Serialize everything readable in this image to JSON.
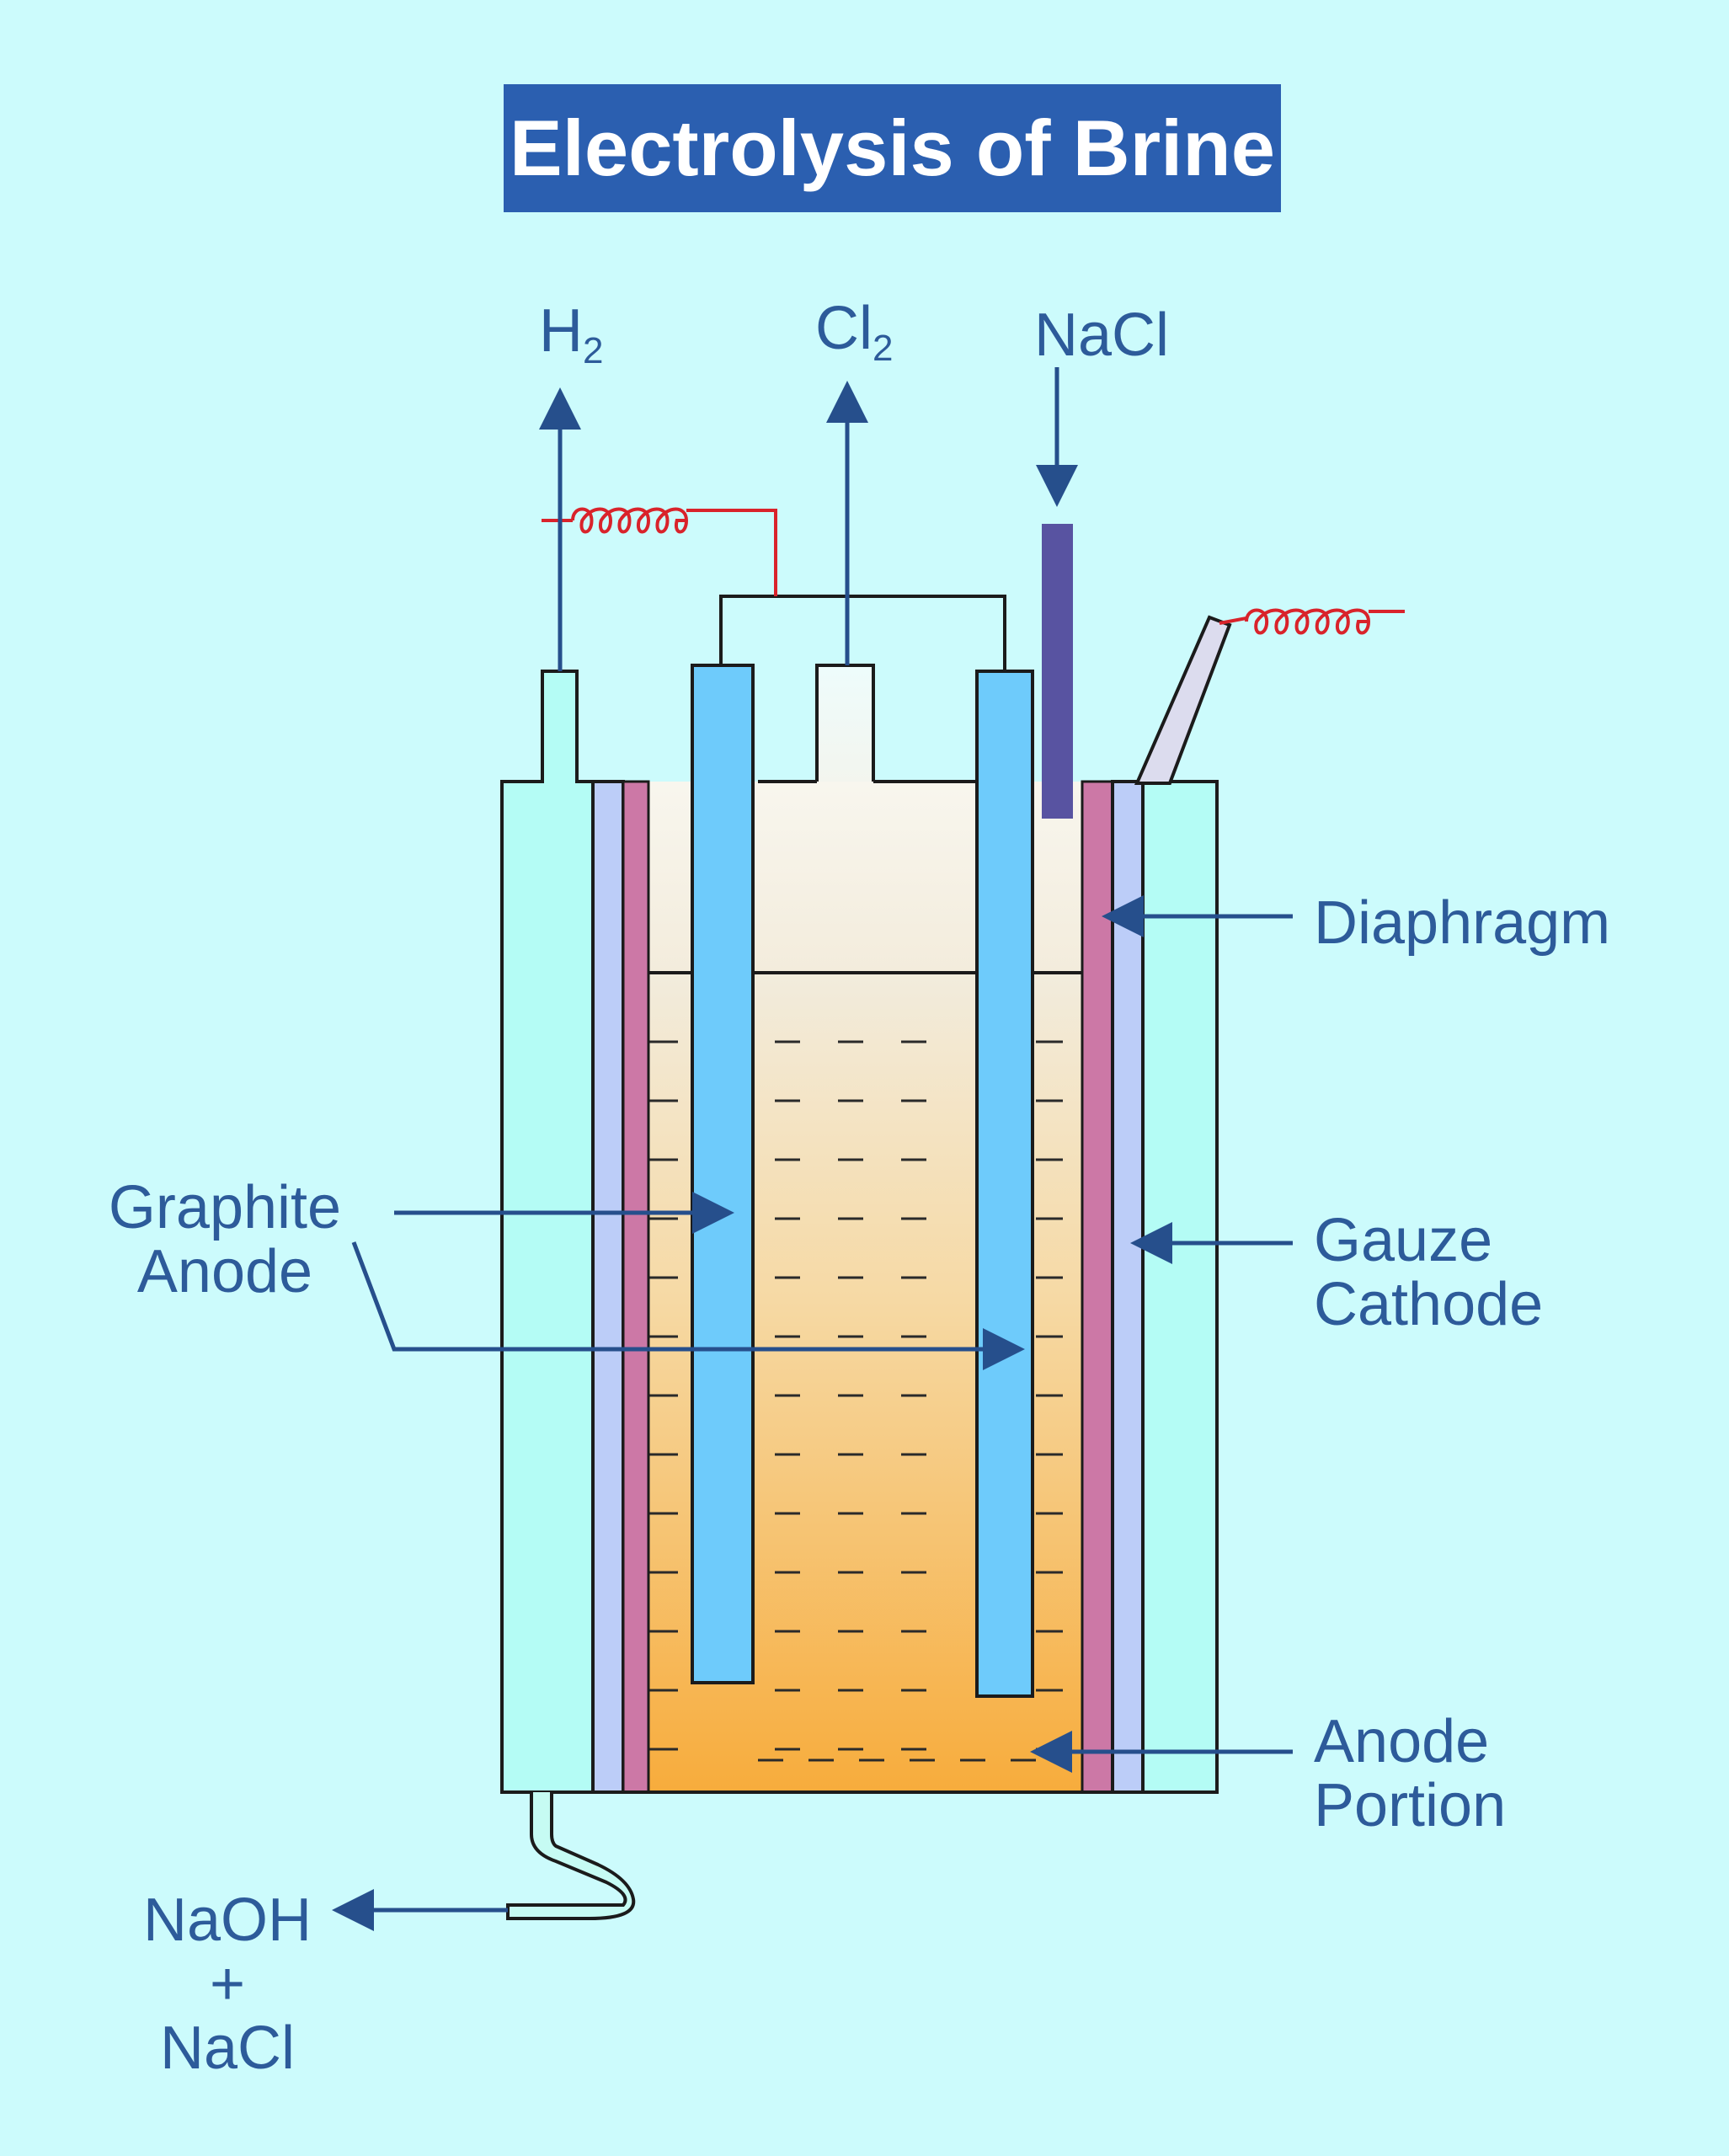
{
  "title": "Electrolysis of Brine",
  "labels": {
    "h2": {
      "main": "H",
      "sub": "2"
    },
    "cl2": {
      "main": "Cl",
      "sub": "2"
    },
    "nacl_in": "NaCl",
    "diaphragm": "Diaphragm",
    "gauze_cathode": [
      "Gauze",
      "Cathode"
    ],
    "graphite_anode": [
      "Graphite",
      "Anode"
    ],
    "anode_portion": [
      "Anode",
      "Portion"
    ],
    "outlet": [
      "NaOH",
      "+",
      "NaCl"
    ]
  },
  "colors": {
    "background": "#ccfbfc",
    "title_box": "#2b5fb0",
    "label_text": "#2d5b9a",
    "arrow": "#264f8c",
    "anode_rod": "#6ecbfb",
    "cathode_gauze": "#bccdf8",
    "diaphragm": "#cc78a6",
    "outer_wall": "#b4fcf5",
    "nacl_feed_pipe": "#5853a1",
    "wire": "#d9232b",
    "electrolyte_top": "#f3eedc",
    "electrolyte_bottom": "#f7ac3c"
  }
}
